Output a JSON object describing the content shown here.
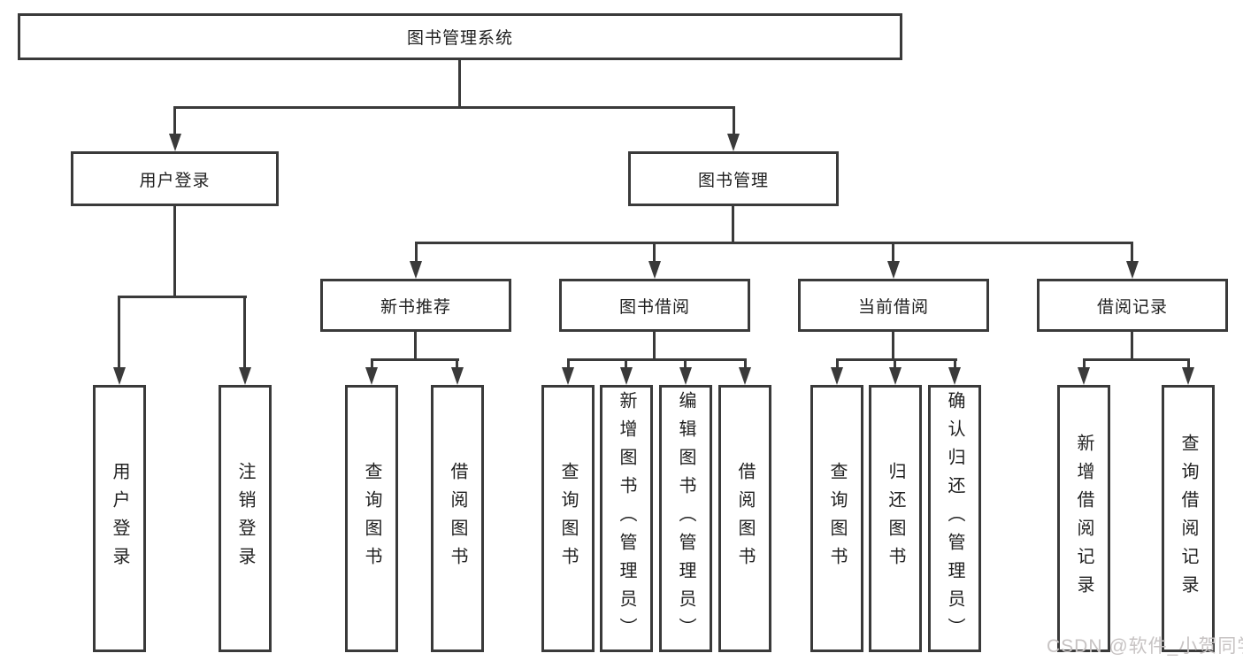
{
  "colors": {
    "line": "#3a3a3a",
    "text": "#212121",
    "background": "#ffffff",
    "watermark": "#c7c3c3"
  },
  "diagram": {
    "root": {
      "label": "图书管理系统"
    },
    "branches": [
      {
        "label": "用户登录",
        "children": [
          "用户登录",
          "注销登录"
        ]
      },
      {
        "label": "图书管理",
        "children": [
          {
            "label": "新书推荐",
            "children": [
              "查询图书",
              "借阅图书"
            ]
          },
          {
            "label": "图书借阅",
            "children": [
              "查询图书",
              "新增图书（管理员）",
              "编辑图书（管理员）",
              "借阅图书"
            ]
          },
          {
            "label": "当前借阅",
            "children": [
              "查询图书",
              "归还图书",
              "确认归还（管理员）"
            ]
          },
          {
            "label": "借阅记录",
            "children": [
              "新增借阅记录",
              "查询借阅记录"
            ]
          }
        ]
      }
    ]
  },
  "watermark": "CSDN @软件_小贺同学"
}
